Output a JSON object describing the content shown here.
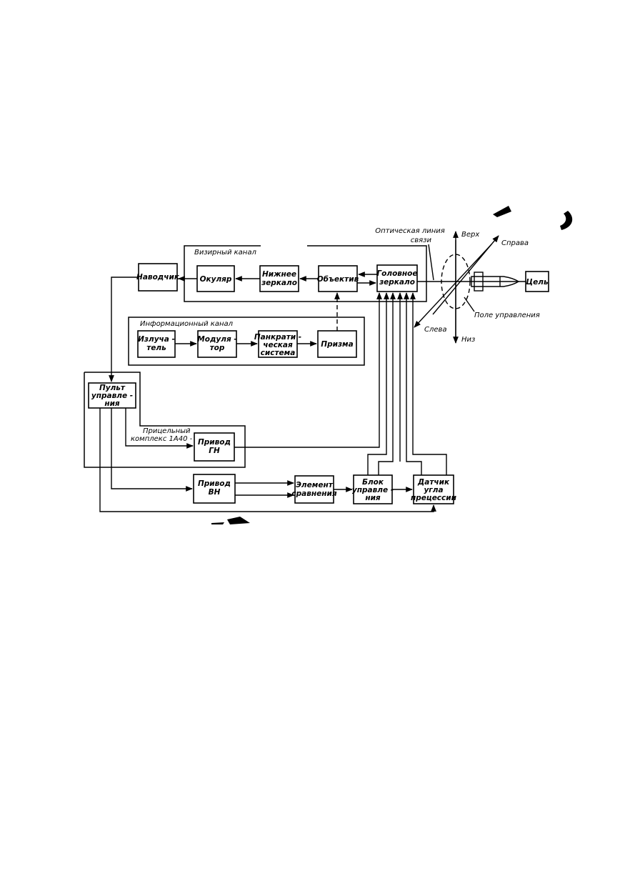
{
  "channels": {
    "sighting": "Визирный  канал",
    "information": "Информационный  канал"
  },
  "blocks": {
    "gunner": "Наводчик",
    "eyepiece": "Окуляр",
    "lower_mirror": [
      "Нижнее",
      "зеркало"
    ],
    "objective": "Объектив",
    "head_mirror": [
      "Головное",
      "зеркало"
    ],
    "emitter": [
      "Излуча -",
      "тель"
    ],
    "modulator": [
      "Модуля -",
      "тор"
    ],
    "pancratic": [
      "Панкрати -",
      "ческая",
      "система"
    ],
    "prism": "Призма",
    "control_panel": [
      "Пульт",
      "управле -",
      "ния"
    ],
    "drive_gn": [
      "Привод",
      "ГН"
    ],
    "drive_vn": [
      "Привод",
      "ВН"
    ],
    "comparison": [
      "Элемент",
      "сравнения"
    ],
    "control_unit": [
      "Блок",
      "управле -",
      "ния"
    ],
    "precession_sensor": [
      "Датчик",
      "угла",
      "прецессии"
    ],
    "target": "Цель"
  },
  "labels": {
    "optical_link": [
      "Оптическая  линия",
      "связи"
    ],
    "up": "Верх",
    "right": "Справа",
    "left": "Слева",
    "down": "Низ",
    "control_field": "Поле  управления",
    "sight_complex": [
      "Прицельный",
      "комплекс  1А40 - 1"
    ]
  }
}
